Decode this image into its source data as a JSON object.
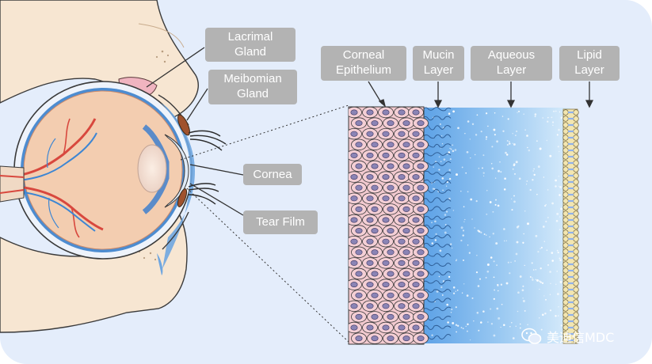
{
  "labels": {
    "lacrimal_gland": [
      "Lacrimal",
      "Gland"
    ],
    "meibomian_gland": [
      "Meibomian",
      "Gland"
    ],
    "cornea": "Cornea",
    "tear_film": "Tear Film",
    "corneal_epithelium": [
      "Corneal",
      "Epithelium"
    ],
    "mucin_layer": [
      "Mucin",
      "Layer"
    ],
    "aqueous_layer": [
      "Aqueous",
      "Layer"
    ],
    "lipid_layer": [
      "Lipid",
      "Layer"
    ]
  },
  "watermark": "美迪信MDC",
  "colors": {
    "background": "#e4edfb",
    "label_box": "#b3b3b3",
    "skin": "#f7e6d2",
    "sclera": "#eef3fb",
    "retina": "#f3cdb0",
    "vessel_red": "#d8483e",
    "vessel_blue": "#3d86d3",
    "tear_film": "#6fa6e0",
    "epithelium_cell": "#f2c9cf",
    "nucleus": "#8b84b5",
    "aqueous_dark": "#6aaae8",
    "aqueous_light": "#d5e9fa",
    "lipid_head": "#f3e6b0"
  }
}
